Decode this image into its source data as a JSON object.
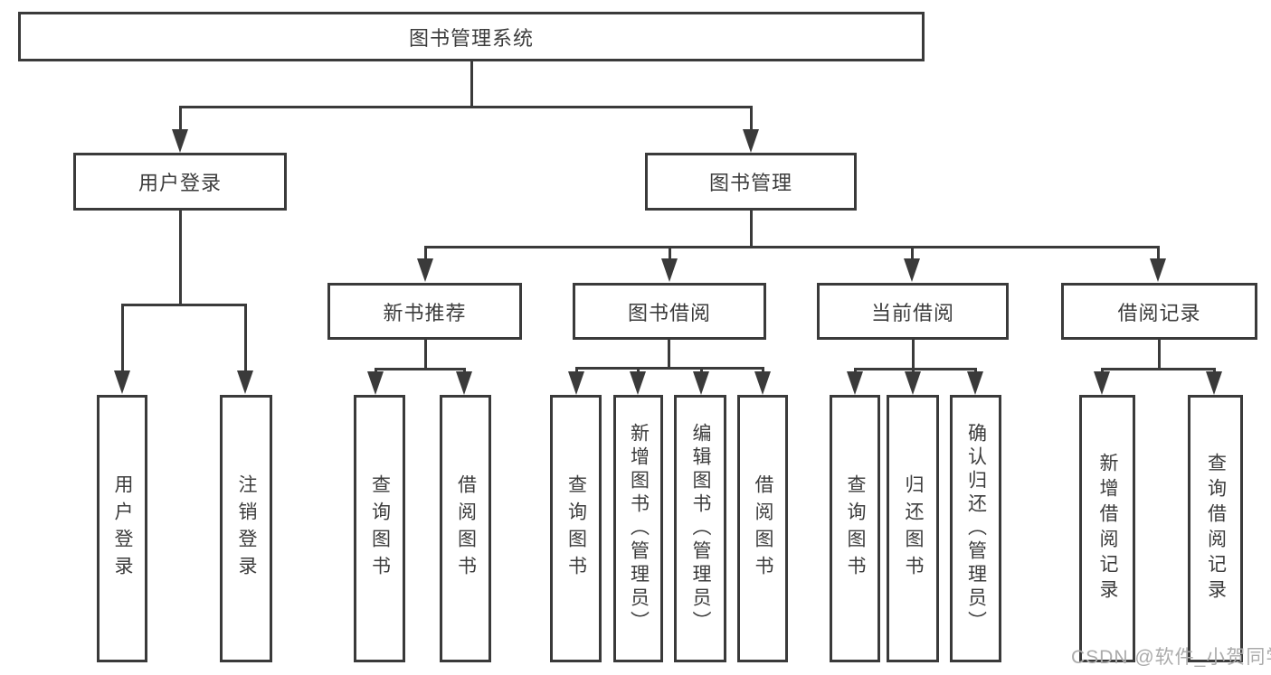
{
  "diagram": {
    "root": {
      "label": "图书管理系统"
    },
    "level2": [
      {
        "id": "user-login",
        "label": "用户登录"
      },
      {
        "id": "book-management",
        "label": "图书管理"
      }
    ],
    "level3": [
      {
        "id": "new-book-recommend",
        "label": "新书推荐"
      },
      {
        "id": "book-borrowing",
        "label": "图书借阅"
      },
      {
        "id": "current-borrowing",
        "label": "当前借阅"
      },
      {
        "id": "borrowing-records",
        "label": "借阅记录"
      }
    ],
    "leaves": [
      {
        "id": "user-login-leaf",
        "label": "用户登录"
      },
      {
        "id": "logout-leaf",
        "label": "注销登录"
      },
      {
        "id": "recommend-query-book",
        "label": "查询图书"
      },
      {
        "id": "recommend-borrow-book",
        "label": "借阅图书"
      },
      {
        "id": "borrowing-query-book",
        "label": "查询图书"
      },
      {
        "id": "borrowing-add-book",
        "label": "新增图书（管理员）"
      },
      {
        "id": "borrowing-edit-book",
        "label": "编辑图书（管理员）"
      },
      {
        "id": "borrowing-borrow-book",
        "label": "借阅图书"
      },
      {
        "id": "current-query-book",
        "label": "查询图书"
      },
      {
        "id": "current-return-book",
        "label": "归还图书"
      },
      {
        "id": "current-confirm-return",
        "label": "确认归还（管理员）"
      },
      {
        "id": "records-add-record",
        "label": "新增借阅记录"
      },
      {
        "id": "records-query-record",
        "label": "查询借阅记录"
      }
    ],
    "watermark": "CSDN @软件_小贺同学",
    "colors": {
      "line": "#3a3a3a",
      "text": "#3c3c3c",
      "watermark": "#ababab",
      "background": "#ffffff"
    }
  }
}
